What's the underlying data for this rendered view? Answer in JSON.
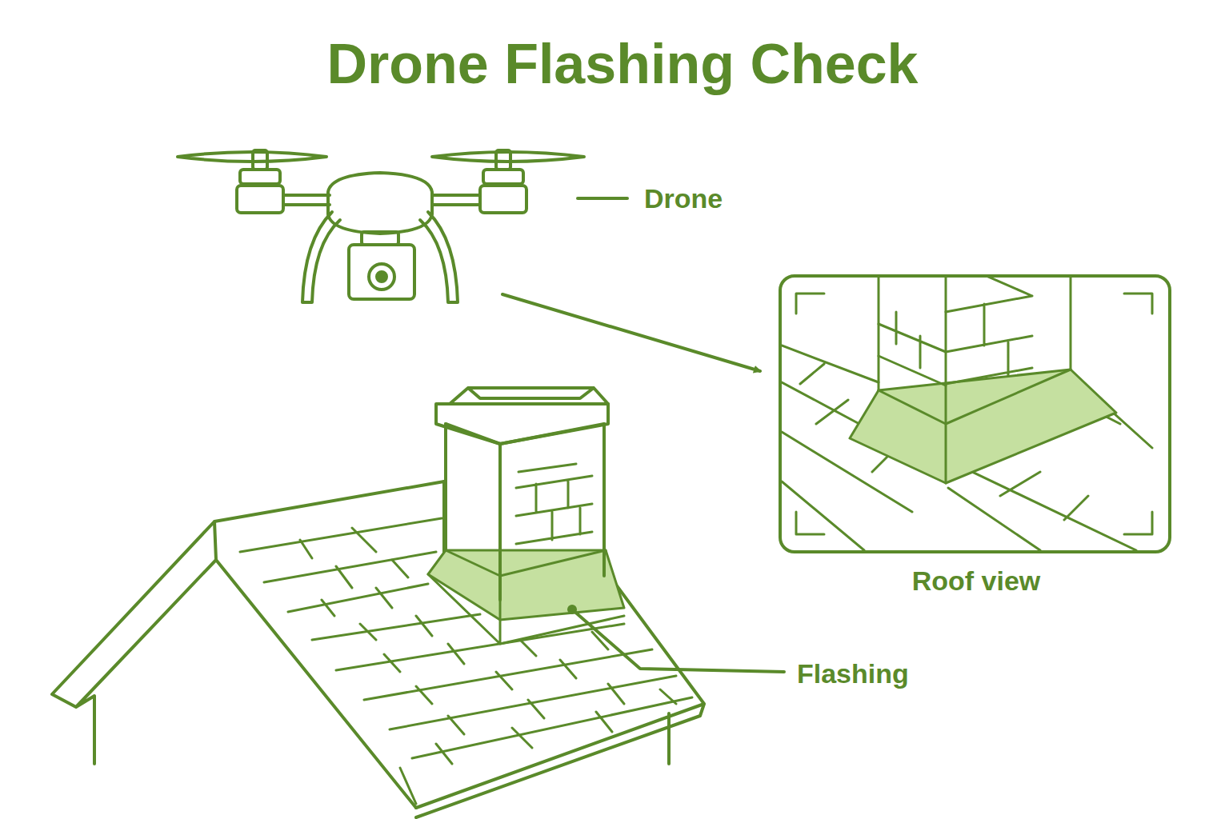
{
  "diagram": {
    "title": "Drone Flashing Check",
    "labels": [
      "Drone",
      "Roof view",
      "Flashing"
    ]
  }
}
